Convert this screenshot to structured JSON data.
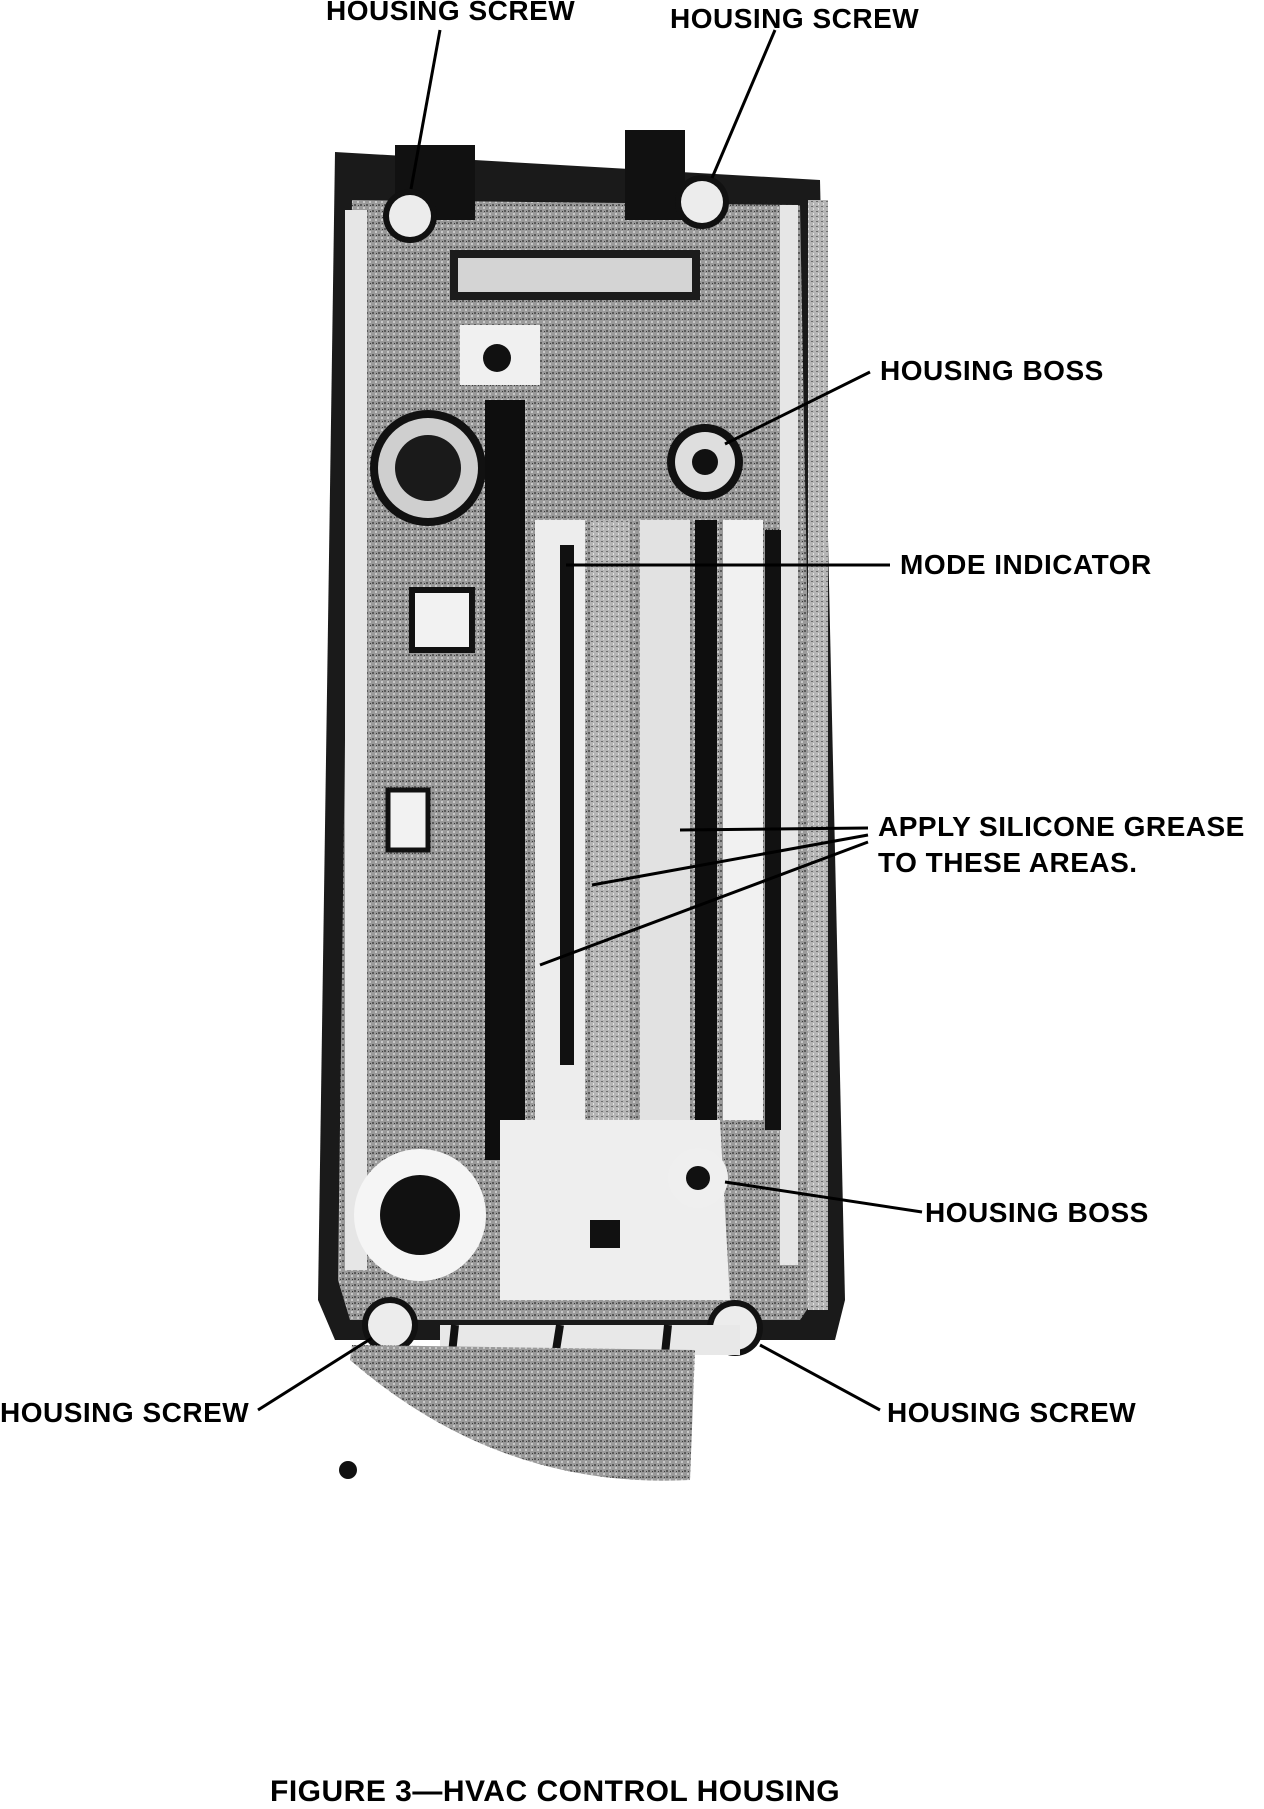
{
  "figure": {
    "caption": "FIGURE 3—HVAC CONTROL HOUSING",
    "labels": {
      "housing_screw_top_left": "HOUSING SCREW",
      "housing_screw_top_right": "HOUSING SCREW",
      "housing_boss_upper": "HOUSING BOSS",
      "mode_indicator": "MODE INDICATOR",
      "silicone_grease_line1": "APPLY SILICONE GREASE",
      "silicone_grease_line2": "TO THESE AREAS.",
      "housing_boss_lower": "HOUSING BOSS",
      "housing_screw_bottom_left": "HOUSING SCREW",
      "housing_screw_bottom_right": "HOUSING SCREW"
    }
  }
}
